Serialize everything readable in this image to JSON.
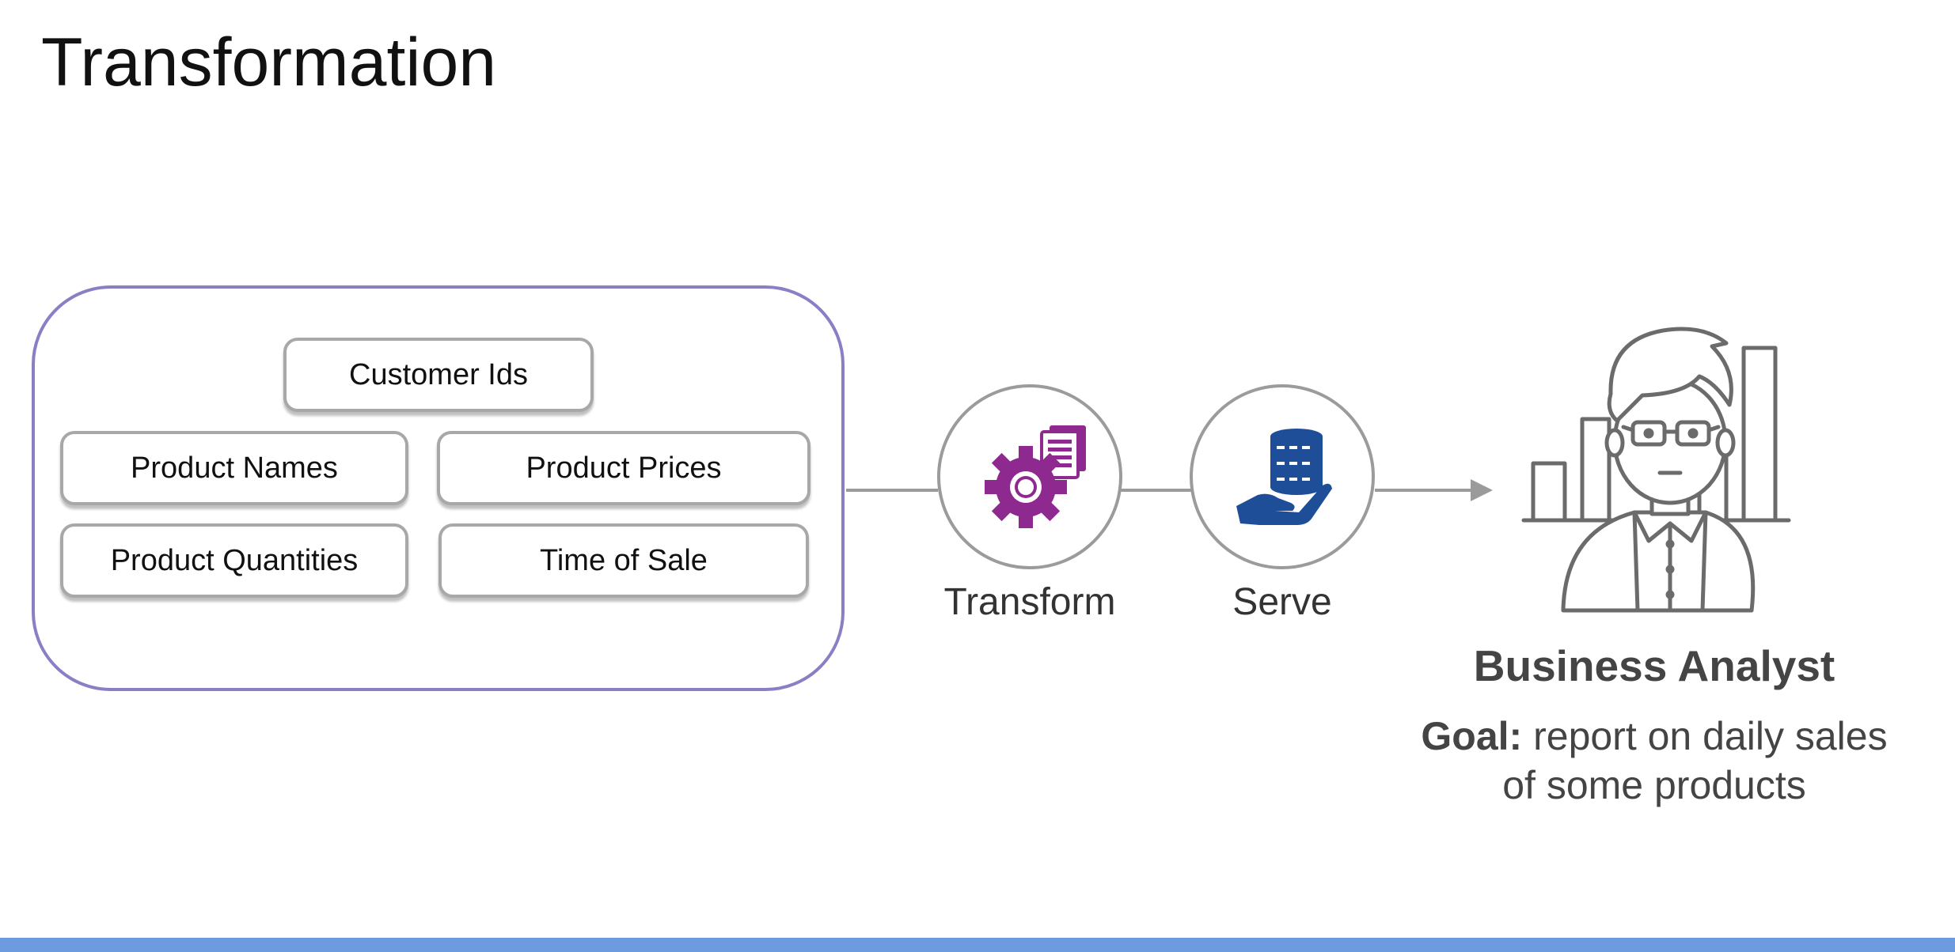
{
  "title": "Transformation",
  "data_fields": [
    "Customer Ids",
    "Product Names",
    "Product Prices",
    "Product Quantities",
    "Time of Sale"
  ],
  "steps": {
    "transform": {
      "label": "Transform",
      "icon": "gear-document-icon",
      "color": "#8e2a8f"
    },
    "serve": {
      "label": "Serve",
      "icon": "database-hand-icon",
      "color": "#1f4e99"
    }
  },
  "persona": {
    "icon": "business-analyst-chart-icon",
    "name": "Business Analyst",
    "goal_label": "Goal:",
    "goal_text": "report on daily sales of some products"
  },
  "colors": {
    "container_border": "#8a7fc4",
    "connector": "#9b9b9b",
    "bottom_bar": "#6d9be0"
  }
}
